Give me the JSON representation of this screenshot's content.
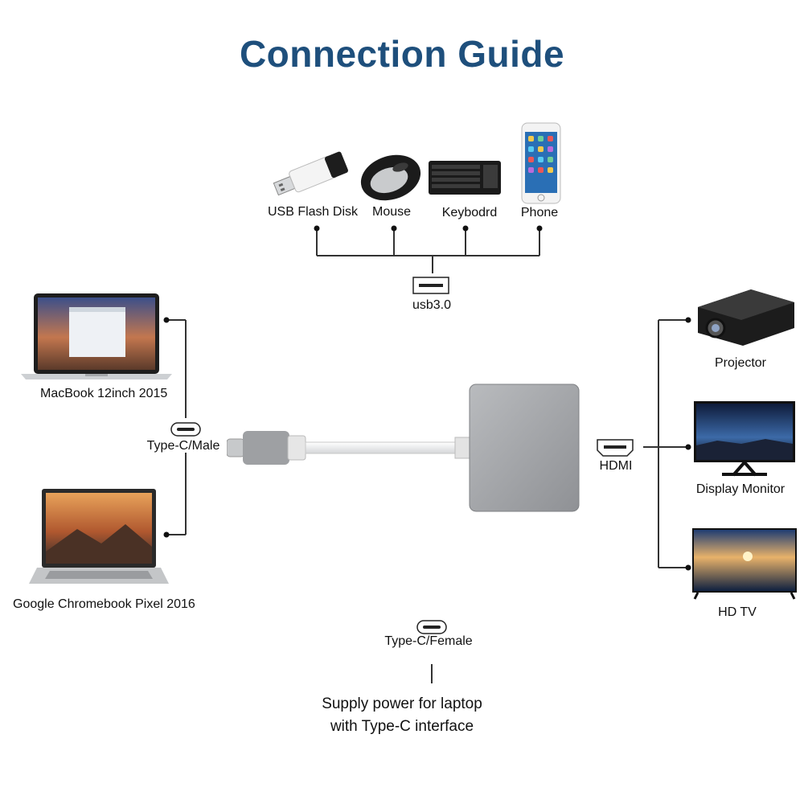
{
  "title": "Connection Guide",
  "colors": {
    "title": "#1e4f7c",
    "line": "#333333",
    "adapter": "#a9abae"
  },
  "usb_devices": [
    {
      "label": "USB Flash Disk",
      "icon": "usb-flash-disk-icon"
    },
    {
      "label": "Mouse",
      "icon": "mouse-icon"
    },
    {
      "label": "Keybodrd",
      "icon": "keyboard-icon"
    },
    {
      "label": "Phone",
      "icon": "phone-icon"
    }
  ],
  "usb_port": {
    "label": "usb3.0",
    "icon": "usb-port-icon"
  },
  "laptops": [
    {
      "label": "MacBook 12inch 2015",
      "icon": "macbook-icon"
    },
    {
      "label": "Google Chromebook Pixel 2016",
      "icon": "chromebook-icon"
    }
  ],
  "typec_male": {
    "label": "Type-C/Male",
    "icon": "type-c-port-icon"
  },
  "hdmi": {
    "label": "HDMI",
    "icon": "hdmi-port-icon"
  },
  "displays": [
    {
      "label": "Projector",
      "icon": "projector-icon"
    },
    {
      "label": "Display Monitor",
      "icon": "monitor-icon"
    },
    {
      "label": "HD TV",
      "icon": "tv-icon"
    }
  ],
  "typec_female": {
    "label": "Type-C/Female",
    "icon": "type-c-port-icon"
  },
  "power_note": {
    "line1": "Supply power for laptop",
    "line2": "with Type-C interface"
  }
}
